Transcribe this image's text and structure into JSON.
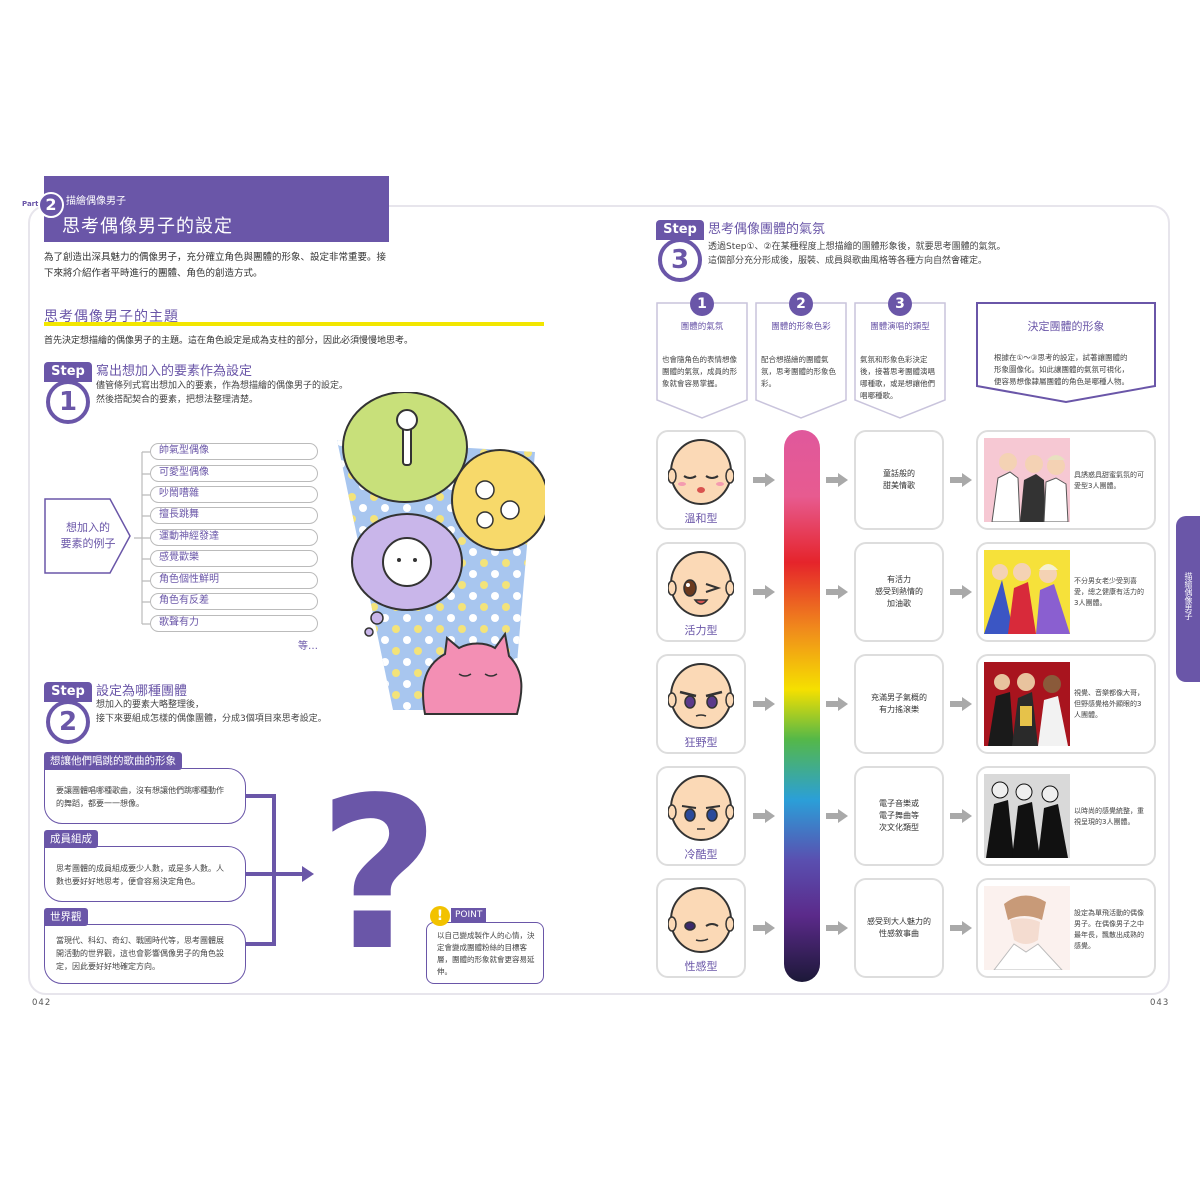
{
  "header": {
    "part_word": "Part",
    "part_number": "2",
    "series": "描繪偶像男子",
    "title": "思考偶像男子的設定"
  },
  "intro": {
    "line1": "為了創造出深具魅力的偶像男子，充分確立角色與團體的形象、設定非常重要。接",
    "line2": "下來將介紹作者平時進行的團體、角色的創造方式。"
  },
  "section": {
    "title": "思考偶像男子的主題",
    "desc": "首先決定想描繪的偶像男子的主題。這在角色設定是成為支柱的部分，因此必須慢慢地思考。"
  },
  "step1": {
    "word": "Step",
    "number": "1",
    "heading": "寫出想加入的要素作為設定",
    "desc1": "儘管條列式寫出想加入的要素，作為想描繪的偶像男子的設定。",
    "desc2": "然後搭配契合的要素，把想法整理清楚。",
    "example_line1": "想加入的",
    "example_line2": "要素的例子",
    "items": [
      "帥氣型偶像",
      "可愛型偶像",
      "吵鬧嘈雜",
      "擅長跳舞",
      "運動神經發達",
      "感覺歡樂",
      "角色個性鮮明",
      "角色有反差",
      "歌聲有力"
    ],
    "etc": "等…"
  },
  "step2": {
    "word": "Step",
    "number": "2",
    "heading": "設定為哪種團體",
    "desc1": "想加入的要素大略整理後，",
    "desc2": "接下來要組成怎樣的偶像團體，分成3個項目來思考設定。",
    "cards": [
      {
        "tag": "想讓他們唱跳的歌曲的形象",
        "line1": "要讓團體唱哪種歌曲，沒有想讓他們跳哪種動作",
        "line2": "的舞蹈，都要一一想像。"
      },
      {
        "tag": "成員組成",
        "line1": "思考團體的成員組成要少人數，或是多人數。人",
        "line2": "數也要好好地思考，便會容易決定角色。"
      },
      {
        "tag": "世界觀",
        "line1": "當現代、科幻、奇幻、戰國時代等，思考團體展",
        "line2": "開活動的世界觀，這也會影響偶像男子的角色設",
        "line3": "定，因此要好好地確定方向。"
      }
    ]
  },
  "point": {
    "icon": "!",
    "label": "POINT",
    "line1": "以自己變成製作人的心情，決",
    "line2": "定會變成團體粉絲的目標客",
    "line3": "層，團體的形象就會更容易延",
    "line4": "伸。"
  },
  "page_numbers": {
    "left": "042",
    "right": "043"
  },
  "step3": {
    "word": "Step",
    "number": "3",
    "heading": "思考偶像團體的氣氛",
    "desc1": "透過Step①、②在某種程度上想描繪的團體形象後，就要思考團體的氣氛。",
    "desc2": "這個部分充分形成後，服裝、成員與歌曲風格等各種方向自然會確定。",
    "columns": [
      {
        "num": "1",
        "title": "團體的氣氛",
        "d1": "也會隨角色的表情想像",
        "d2": "團體的氣氛，成員的形",
        "d3": "象就會容易掌握。"
      },
      {
        "num": "2",
        "title": "團體的形象色彩",
        "d1": "配合想描繪的團體氣",
        "d2": "氛，思考團體的形象色",
        "d3": "彩。"
      },
      {
        "num": "3",
        "title": "團體演唱的類型",
        "d1": "氣氛和形象色彩決定",
        "d2": "後，接著思考團體演唱",
        "d3": "哪種歌，或是想讓他們",
        "d4": "唱哪種歌。"
      }
    ],
    "final": {
      "title": "決定團體的形象",
      "d1": "根據在①～③思考的設定，試著讓團體的",
      "d2": "形象圖像化。如此讓團體的氣氛可視化，",
      "d3": "便容易想像隸屬團體的角色是哪種人物。"
    },
    "rows": [
      {
        "face": "溫和型",
        "song1": "童話般的",
        "song2": "甜美情歌",
        "r1": "具誘惑具甜蜜氣氛的可",
        "r2": "愛型3人團體。"
      },
      {
        "face": "活力型",
        "song1": "有活力",
        "song2": "感受到熱情的",
        "song3": "加油歌",
        "r1": "不分男女老少受到喜",
        "r2": "愛，總之健康有活力的",
        "r3": "3人團體。"
      },
      {
        "face": "狂野型",
        "song1": "充滿男子氣概的",
        "song2": "有力搖滾樂",
        "r1": "視覺、音樂都像大哥，",
        "r2": "但野感覺格外顯眼的3",
        "r3": "人團體。"
      },
      {
        "face": "冷酷型",
        "song1": "電子音樂或",
        "song2": "電子舞曲等",
        "song3": "次文化類型",
        "r1": "以時尚的感覺統整，重",
        "r2": "視呈現的3人團體。"
      },
      {
        "face": "性感型",
        "song1": "感受到大人魅力的",
        "song2": "性感敘事曲",
        "r1": "設定為單飛活動的偶像",
        "r2": "男子。在偶像男子之中",
        "r3": "最年長，飄散出成熟的",
        "r4": "感覺。"
      }
    ]
  },
  "side_tab": "描繪偶像男子",
  "colors": {
    "brand": "#6a56a8",
    "accent": "#f2e600"
  }
}
